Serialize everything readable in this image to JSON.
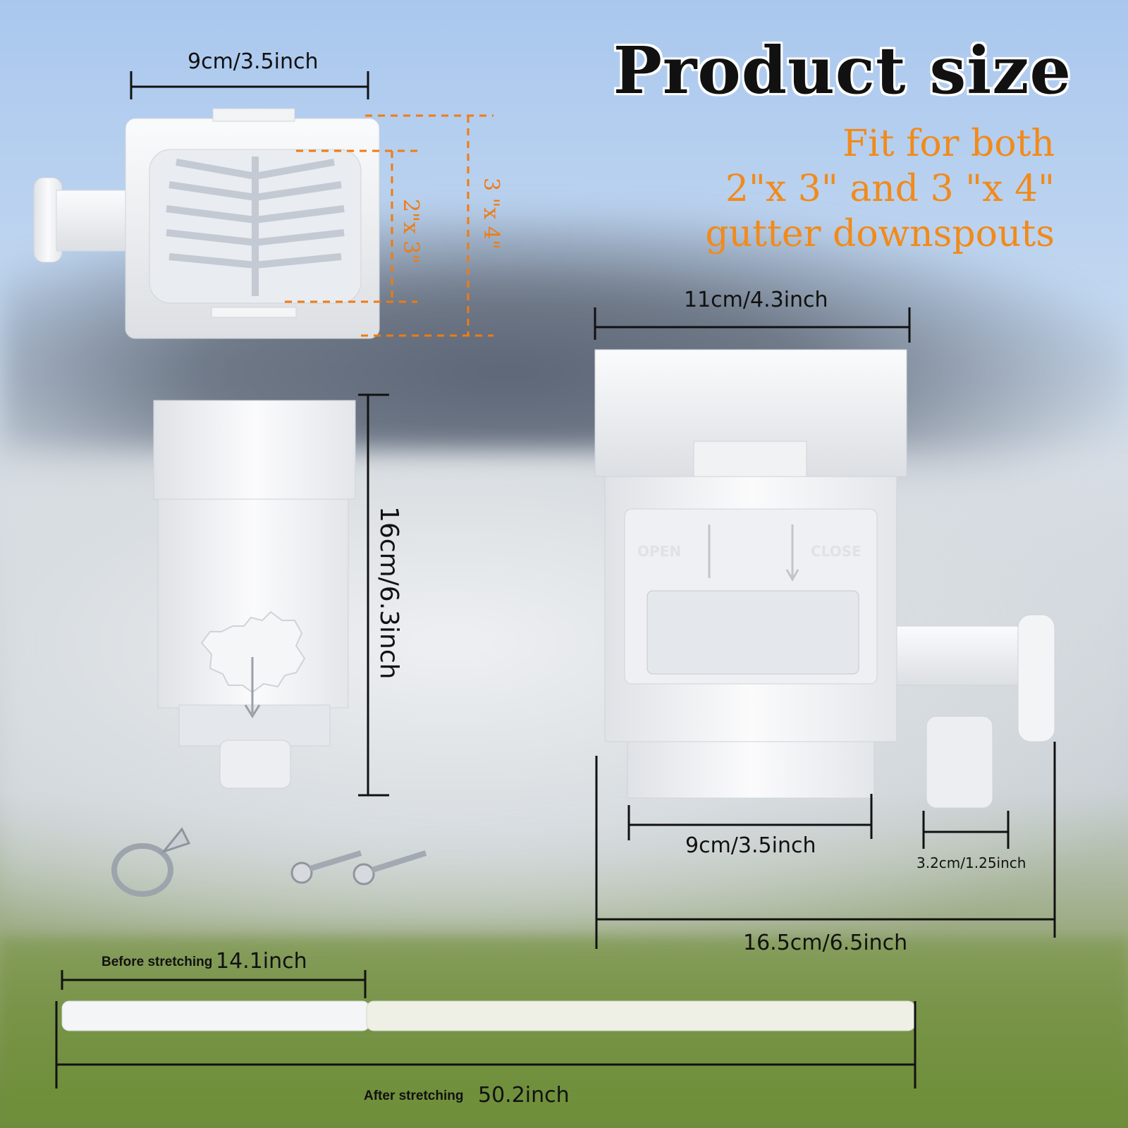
{
  "title": "Product size",
  "subtitle": {
    "line1": "Fit for both",
    "line2": "2\"x 3\" and 3 \"x 4\"",
    "line3": "gutter downspouts"
  },
  "top_view": {
    "width_label": "9cm/3.5inch",
    "inner_size_label": "2\"x 3\"",
    "outer_size_label": "3 \"x 4\""
  },
  "side_view": {
    "height_label": "16cm/6.3inch"
  },
  "front_view": {
    "top_width_label": "11cm/4.3inch",
    "bottom_width_label": "9cm/3.5inch",
    "outlet_label": "3.2cm/1.25inch",
    "total_width_label": "16.5cm/6.5inch",
    "open_text": "OPEN",
    "close_text": "CLOSE"
  },
  "hose": {
    "before_label": "Before stretching",
    "before_value": "14.1inch",
    "after_label": "After stretching",
    "after_value": "50.2inch"
  },
  "colors": {
    "accent": "#f28a1a",
    "dimension_line": "#111111",
    "product": "#f2f3f5"
  }
}
